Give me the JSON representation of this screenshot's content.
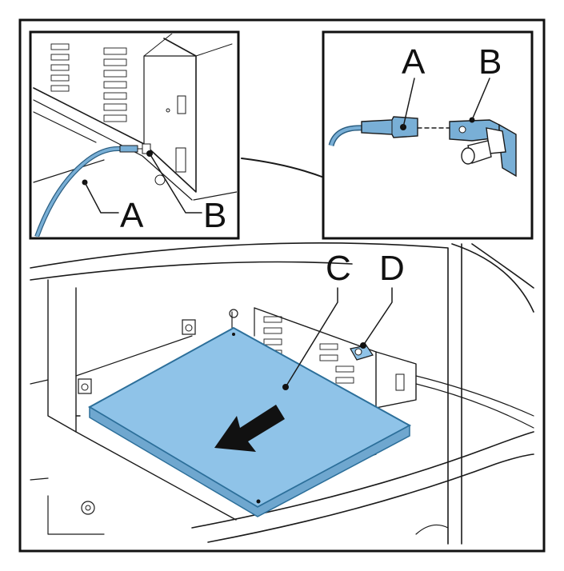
{
  "labels": {
    "a_inset_left": "A",
    "b_inset_left": "B",
    "a_inset_right": "A",
    "b_inset_right": "B",
    "c_main": "C",
    "d_main": "D"
  },
  "colors": {
    "part_fill": "#8fc3e8",
    "part_stroke": "#2c6f9a",
    "cable_fill": "#79afd6",
    "arrow": "#111111"
  },
  "icons": {
    "direction_arrow": "arrow-left-down-icon"
  }
}
